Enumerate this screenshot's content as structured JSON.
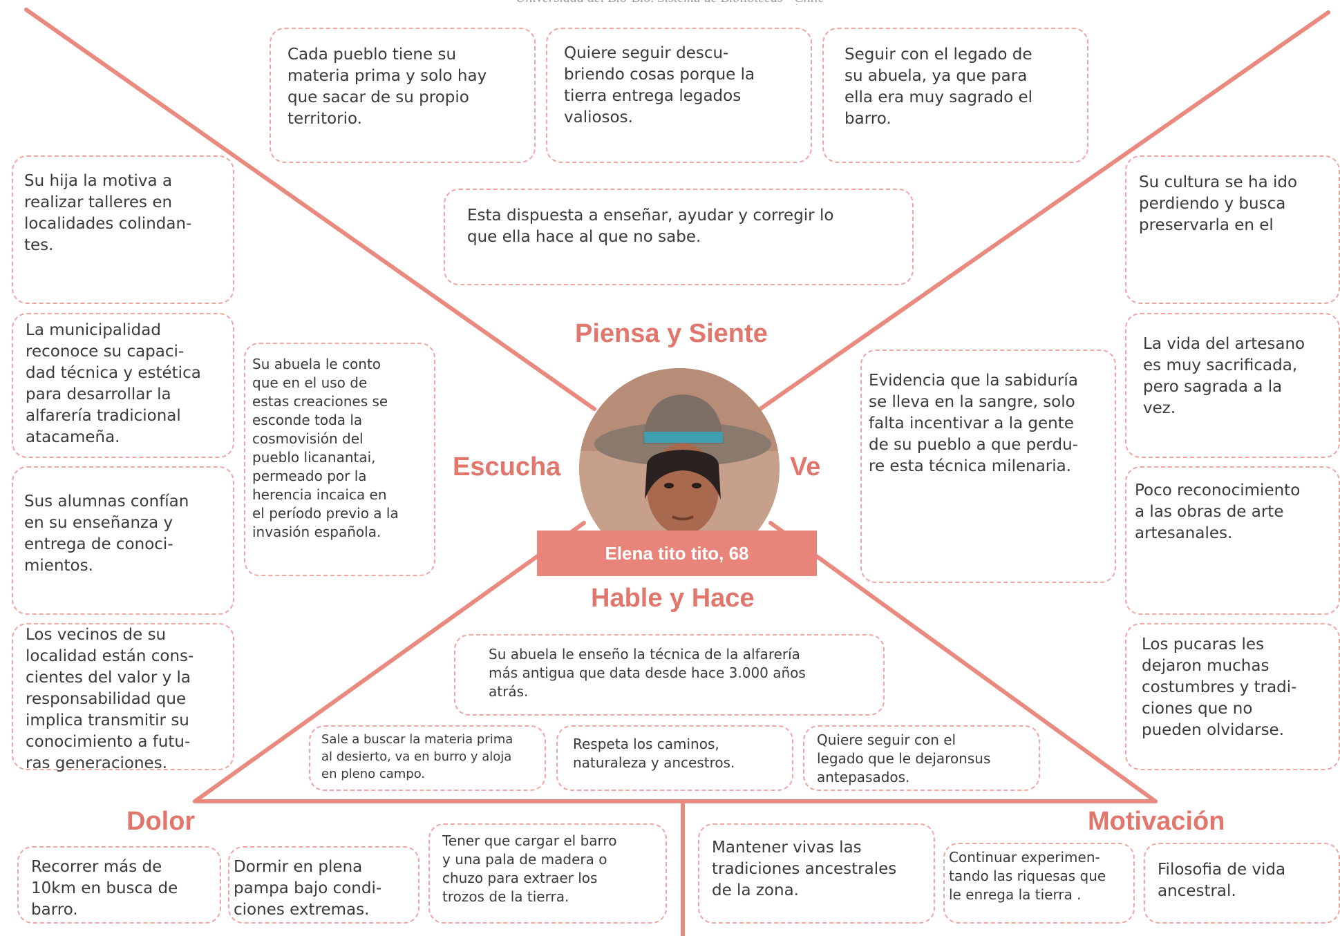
{
  "watermark": "Universidad del Bío-Bío. Sistema de Bibliotecas - Chile",
  "headings": {
    "piensa": "Piensa y Siente",
    "escucha": "Escucha",
    "ve": "Ve",
    "hable": "Hable y Hace",
    "dolor": "Dolor",
    "motivacion": "Motivación"
  },
  "persona": {
    "name": "Elena tito tito, 68"
  },
  "piensa_siente": [
    "Cada pueblo tiene su\nmateria prima y solo hay\nque sacar de su propio\nterritorio.",
    "Quiere seguir descu-\nbriendo cosas porque la\ntierra entrega legados\nvaliosos.",
    "Seguir con el legado de\nsu abuela, ya que para\nella era muy sagrado el\nbarro.",
    "Esta dispuesta a enseñar, ayudar y corregir lo\nque ella hace al que no sabe."
  ],
  "escucha": [
    "Su hija la motiva a\nrealizar talleres en\nlocalidades colindan-\ntes.",
    "La municipalidad\nreconoce su capaci-\ndad técnica y estética\npara desarrollar la\nalfarería tradicional\natacameña.",
    "Sus alumnas confían\nen su enseñanza y\nentrega de conoci-\nmientos.",
    "Los vecinos de su\nlocalidad están cons-\ncientes del valor y la\nresponsabilidad que\nimplica transmitir su\nconocimiento a futu-\nras generaciones.",
    "Su abuela le conto\nque en el uso de\nestas creaciones se\nesconde toda la\ncosmovisión del\npueblo licanantai,\npermeado por la\nherencia incaica en\nel período previo a la\ninvasión española."
  ],
  "ve": [
    "Su cultura se ha ido\nperdiendo y busca\npreservarla en el",
    "La vida del artesano\nes muy sacrificada,\npero sagrada a la\nvez.",
    "Poco reconocimiento\na las obras de arte\nartesanales.",
    "Los pucaras les\ndejaron muchas\ncostumbres y tradi-\nciones que no\npueden olvidarse.",
    "Evidencia que la sabiduría\nse lleva en la sangre, solo\nfalta incentivar a la gente\nde su pueblo a que perdu-\nre esta técnica milenaria."
  ],
  "hable_hace": [
    "Su abuela le enseño la técnica de la alfarería\nmás antigua que data desde hace 3.000 años\natrás.",
    "Sale a buscar la materia prima\nal desierto, va en burro y aloja\nen pleno campo.",
    "Respeta los caminos,\nnaturaleza y ancestros.",
    "Quiere seguir con el\nlegado que le dejaronsus\nantepasados."
  ],
  "dolor": [
    "Recorrer más de\n10km en busca de\nbarro.",
    "Dormir en plena\npampa bajo condi-\nciones extremas.",
    "Tener que cargar el barro\ny una pala de madera o\nchuzo para extraer los\ntrozos de la tierra."
  ],
  "motivacion": [
    "Mantener vivas las\ntradiciones ancestrales\nde la zona.",
    "Continuar experimen-\ntando las riquesas que\nle enrega la tierra .",
    "Filosofia de vida\nancestral."
  ],
  "colors": {
    "accent": "#e8847a",
    "card_border": "#f0a6a0",
    "text": "#3a3a3a"
  }
}
